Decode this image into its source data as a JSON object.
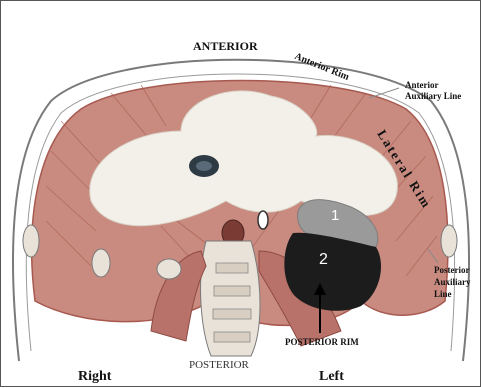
{
  "labels": {
    "anterior": "ANTERIOR",
    "anterior_rim": "Anterior Rim",
    "anterior_axillary_line": [
      "Anterior",
      "Auxiliary Line"
    ],
    "lateral_rim": "Lateral Rim",
    "posterior_axillary_line": [
      "Posterior",
      "Auxiliary",
      "Line"
    ],
    "posterior_rim": "POSTERIOR RIM",
    "posterior": "POSTERIOR",
    "right": "Right",
    "left": "Left",
    "region_1": "1",
    "region_2": "2"
  },
  "colors": {
    "muscle": "#c98b80",
    "muscle_dark": "#a7594f",
    "tendon": "#f3f0ea",
    "region_1": "#9a9a9a",
    "region_2": "#1c1c1c",
    "outline": "#6b6b6b"
  }
}
